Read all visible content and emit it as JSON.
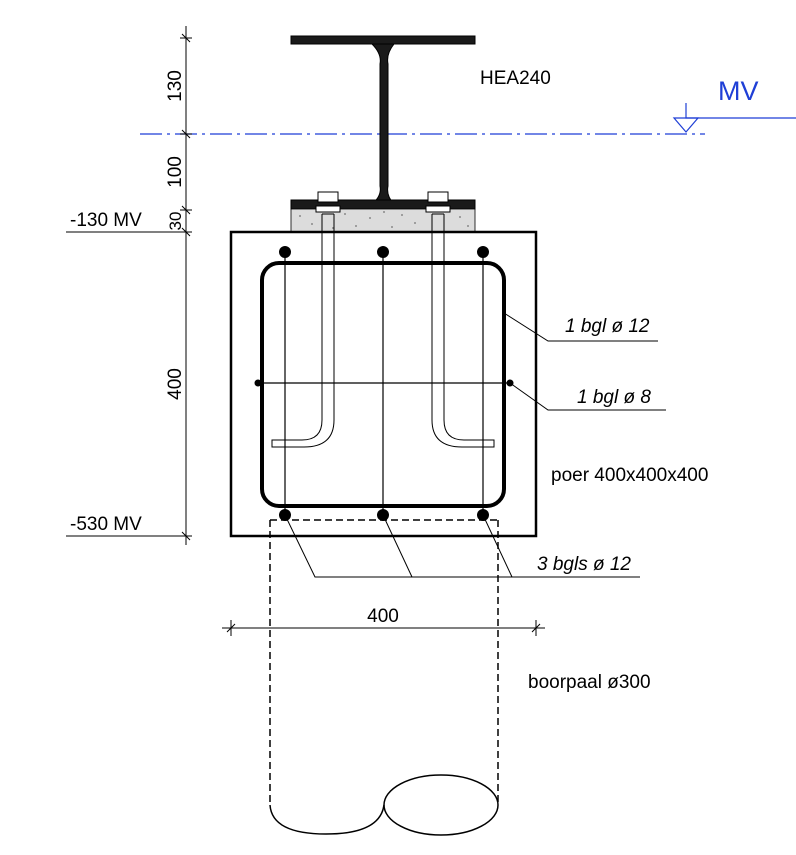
{
  "drawing": {
    "dimensions": {
      "top_flange": "130",
      "to_level": "100",
      "grout": "30",
      "cap_height": "400",
      "cap_width": "400"
    },
    "levels": {
      "top_of_cap": "-130 MV",
      "bottom_of_cap": "-530 MV",
      "reference": "MV"
    },
    "labels": {
      "profile": "HEA240",
      "stirrup_12": "1 bgl ø 12",
      "stirrup_8": "1 bgl ø 8",
      "bars_12": "3 bgls ø 12",
      "pile_cap": "poer 400x400x400",
      "bored_pile": "boorpaal ø300"
    },
    "colors": {
      "ink": "#000000",
      "reference_line": "#1f3fd6",
      "concrete_hatch": "#dcdcdc"
    }
  }
}
